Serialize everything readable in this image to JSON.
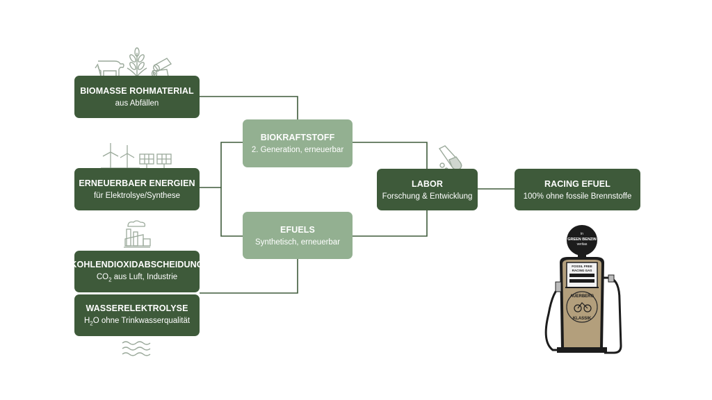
{
  "nodes": {
    "biomasse": {
      "title": "BIOMASSE ROHMATERIAL",
      "sub": "aus Abfällen"
    },
    "erneuerbar": {
      "title": "ERNEUERBAER ENERGIEN",
      "sub": "für Elektrolsye/Synthese"
    },
    "kohlendioxid": {
      "title": "KOHLENDIOXIDABSCHEIDUNG",
      "sub_pre": "CO",
      "sub_sub": "2",
      "sub_post": " aus Luft, Industrie"
    },
    "wasser": {
      "title": "WASSERELEKTROLYSE",
      "sub_pre": "H",
      "sub_sub": "2",
      "sub_post": "O ohne Trinkwasserqualität"
    },
    "biokraftstoff": {
      "title": "BIOKRAFTSTOFF",
      "sub": "2. Generation, erneuerbar"
    },
    "efuels": {
      "title": "EFUELS",
      "sub": "Synthetisch, erneuerbar"
    },
    "labor": {
      "title": "LABOR",
      "sub": "Forschung & Entwicklung"
    },
    "racing": {
      "title": "RACING EFUEL",
      "sub": "100% ohne fossile Brennstoffe"
    }
  },
  "pump": {
    "globe_line1": "in",
    "globe_line2": "GREEN BENZIN",
    "globe_line3": "veritas",
    "panel_line1": "FOSSIL FREE",
    "panel_line2": "RACING GAS",
    "brand_line1": "AUERBERG",
    "brand_line2": "KLASSIK"
  },
  "colors": {
    "dark_green": "#3e5a3a",
    "light_green": "#93b091",
    "line": "#3e5a3a",
    "icon": "#9aa99a"
  },
  "icons": [
    "cow-icon",
    "wheat-icon",
    "logs-icon",
    "wind-turbine-icon",
    "solar-panel-icon",
    "factory-icon",
    "water-waves-icon",
    "test-tube-icon"
  ]
}
